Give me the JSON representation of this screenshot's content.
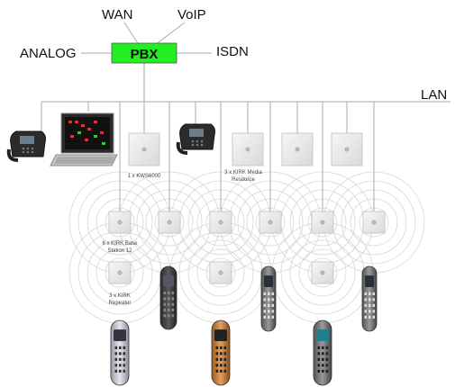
{
  "diagram": {
    "pbx_label": "PBX",
    "trunks": {
      "wan": "WAN",
      "voip": "VoIP",
      "analog": "ANALOG",
      "isdn": "ISDN"
    },
    "lan_label": "LAN",
    "captions": {
      "kws": "1 x KWS6000",
      "media_line1": "3 x KIRK Media",
      "media_line2": "Resource",
      "base_line1": "6 x KIRK Base",
      "base_line2": "Station 12",
      "repeater_line1": "3 x KIRK",
      "repeater_line2": "Repeater"
    },
    "colors": {
      "pbx_fill": "#22ee22",
      "line": "#aaaaaa",
      "wave": "#d6d6d6"
    },
    "icons": [
      "laptop-icon",
      "desk-phone-icon",
      "server-unit-icon",
      "base-station-icon",
      "repeater-icon",
      "handset-icon"
    ]
  }
}
